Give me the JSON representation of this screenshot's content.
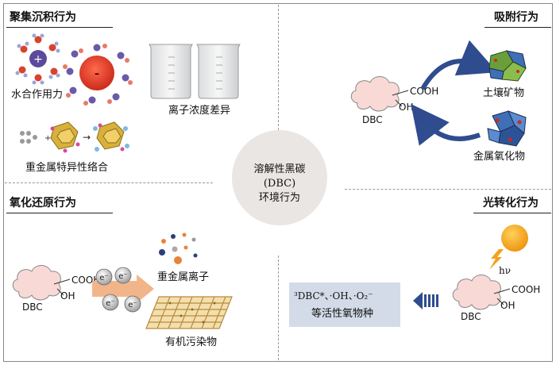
{
  "sections": {
    "aggregation": {
      "title": "聚集沉积行为",
      "labels": {
        "hydration": "水合作用力",
        "ion_concentration": "离子浓度差异",
        "complexation": "重金属特异性络合"
      },
      "symbols": {
        "plus": "+",
        "minus": "-",
        "arrow": "→"
      }
    },
    "adsorption": {
      "title": "吸附行为",
      "labels": {
        "soil_minerals": "土壤矿物",
        "metal_oxides": "金属氧化物"
      }
    },
    "redox": {
      "title": "氧化还原行为",
      "labels": {
        "heavy_metal_ions": "重金属离子",
        "organic_pollutants": "有机污染物"
      },
      "electron": "e⁻"
    },
    "phototransform": {
      "title": "光转化行为",
      "hv": "hν",
      "ros_line1": "³DBC*、·OH、·O₂⁻",
      "ros_line2": "等活性氧物种"
    }
  },
  "center": {
    "line1": "溶解性黑碳",
    "line2": "(DBC)",
    "line3": "环境行为"
  },
  "molecule": {
    "name": "DBC",
    "cooh": "COOH",
    "oh": "OH"
  },
  "colors": {
    "cation": "#5b4a9c",
    "anion_big": "#e23b2a",
    "water_o": "#d9432c",
    "cloud": "#f8d9d6",
    "sun": "#f2a21c",
    "ros_box": "#d3dbe8",
    "arrow_blue": "#2f4c8f",
    "arrow_orange": "#f2b58a",
    "center": "#e9e6e3"
  }
}
